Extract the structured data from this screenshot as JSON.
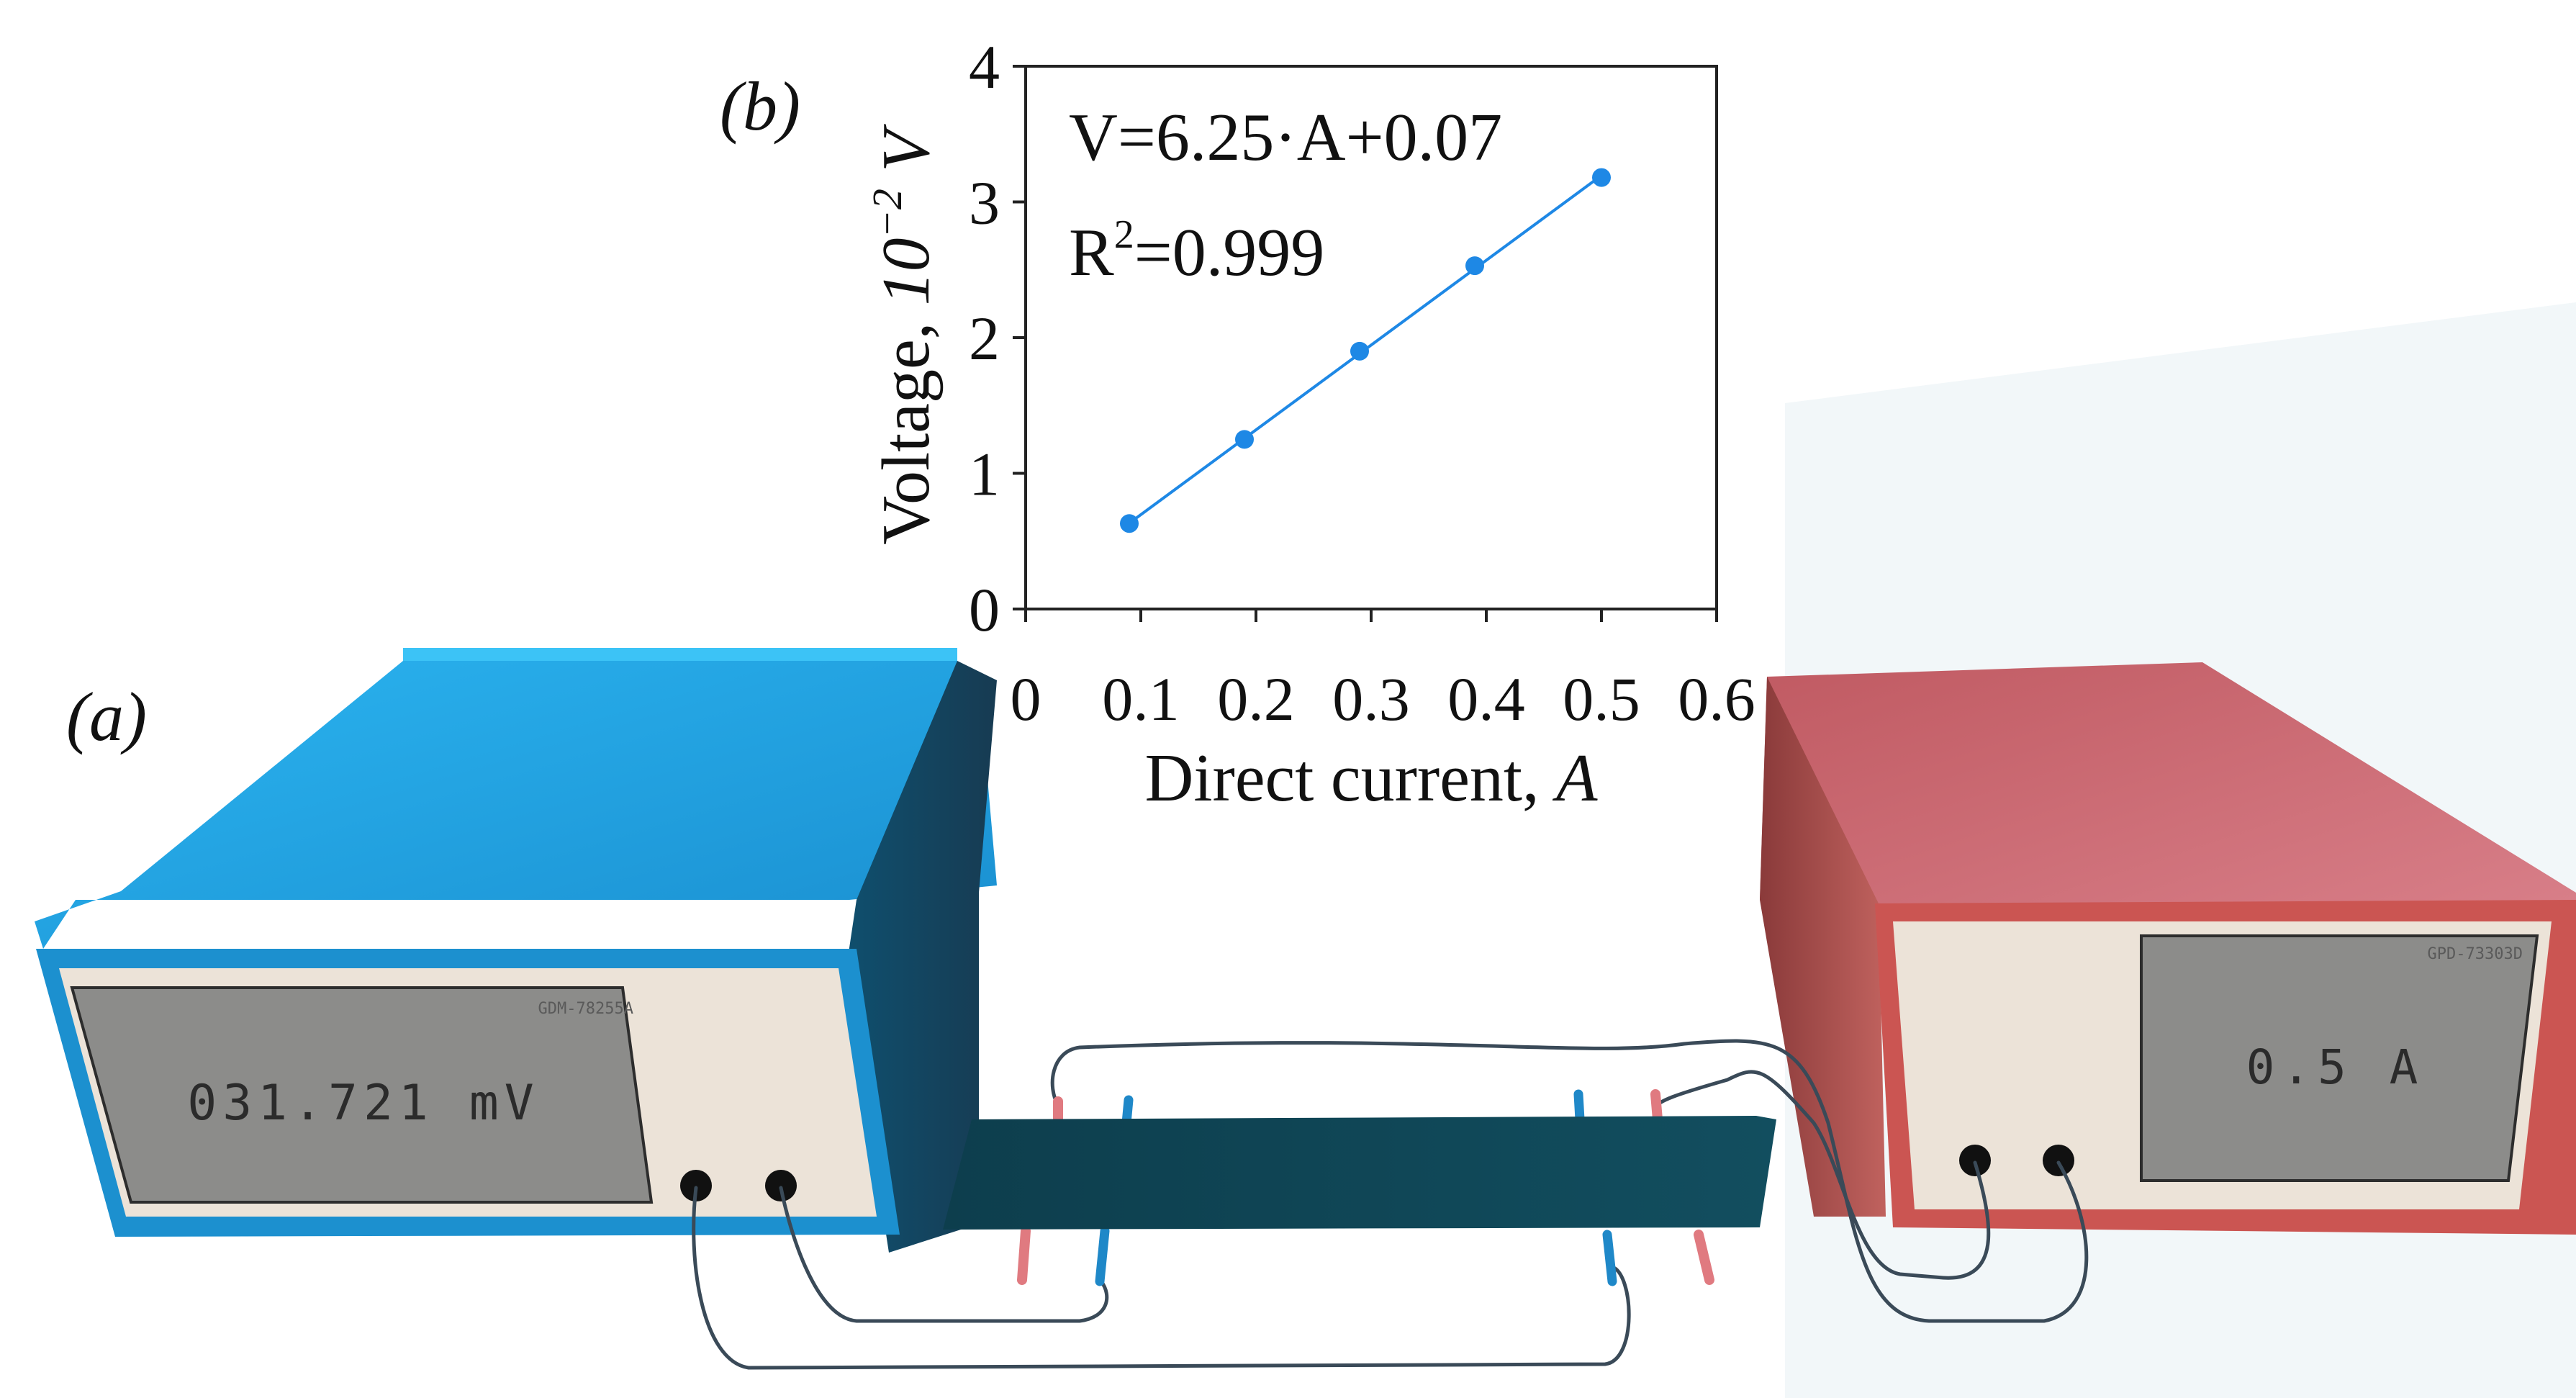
{
  "labels": {
    "panel_a": "(a)",
    "panel_b": "(b)"
  },
  "chart_data": {
    "type": "scatter",
    "x": [
      0.09,
      0.19,
      0.29,
      0.39,
      0.5
    ],
    "y": [
      0.63,
      1.25,
      1.9,
      2.53,
      3.18
    ],
    "fit": {
      "slope": 6.25,
      "intercept": 0.07,
      "x_range": [
        0.09,
        0.5
      ]
    },
    "xlabel": "Direct current, ",
    "xlabel_unit": "A",
    "ylabel": "Voltage, ",
    "ylabel_unit_base": "10",
    "ylabel_unit_exp": "−2",
    "ylabel_unit_tail": " V",
    "equation": "V=6.25·A+0.07",
    "r2_prefix": "R",
    "r2_sup": "2",
    "r2_value": "=0.999",
    "xlim": [
      0,
      0.6
    ],
    "ylim": [
      0,
      4
    ],
    "xticks": [
      0,
      0.1,
      0.2,
      0.3,
      0.4,
      0.5,
      0.6
    ],
    "yticks": [
      0,
      1,
      2,
      3,
      4
    ],
    "xtick_labels": [
      "0",
      "0.1",
      "0.2",
      "0.3",
      "0.4",
      "0.5",
      "0.6"
    ],
    "ytick_labels": [
      "0",
      "1",
      "2",
      "3",
      "4"
    ],
    "grid": false,
    "marker_color": "#1e88e5",
    "line_color": "#1e88e5"
  },
  "voltmeter": {
    "model": "GDM-78255A",
    "reading": "031.721 mV",
    "color": "#1ea0e0"
  },
  "power_supply": {
    "model": "GPD-73303D",
    "reading": "0.5 A",
    "color": "#c8545c"
  },
  "sample": {
    "color": "#0f4a5a"
  }
}
